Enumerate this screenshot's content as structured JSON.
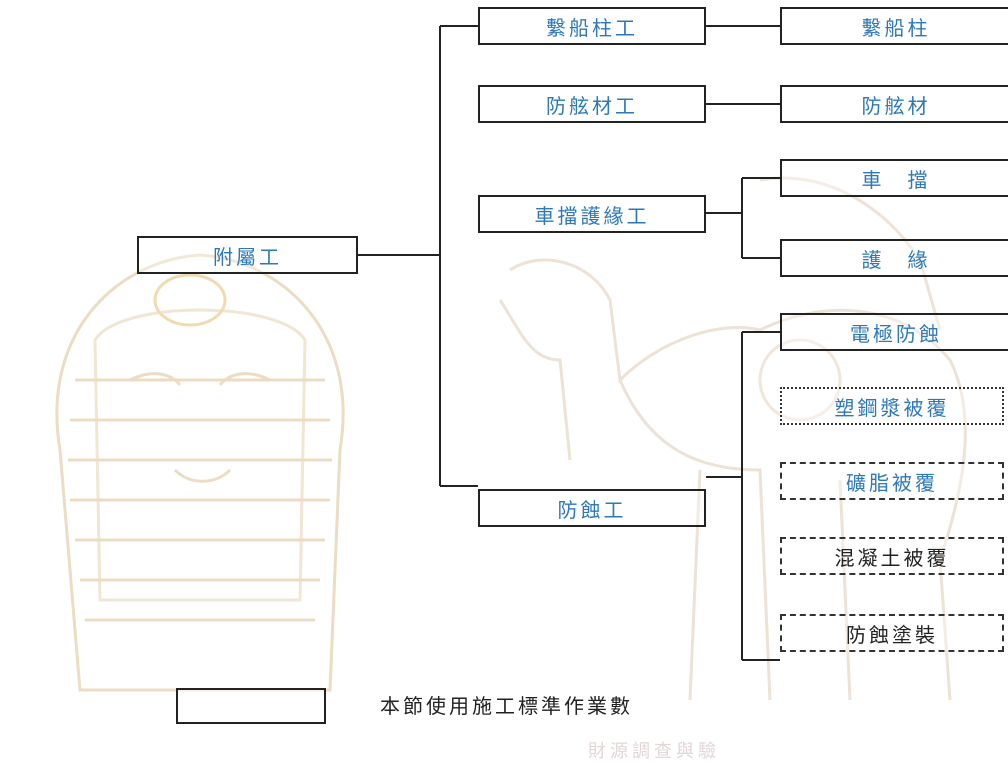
{
  "root": {
    "label": "附屬工"
  },
  "level1": [
    {
      "label": "繫船柱工"
    },
    {
      "label": "防舷材工"
    },
    {
      "label": "車擋護緣工"
    },
    {
      "label": "防蝕工"
    }
  ],
  "level2": {
    "mooring": {
      "label": "繫船柱"
    },
    "fender": {
      "label": "防舷材"
    },
    "wheel_guard": {
      "label": "車　擋"
    },
    "curb": {
      "label": "護　緣"
    },
    "electrode": {
      "label": "電極防蝕"
    },
    "plastic_steel": {
      "label": "塑鋼漿被覆"
    },
    "mineral_fat": {
      "label": "礦脂被覆"
    },
    "concrete": {
      "label": "混凝土被覆"
    },
    "coating": {
      "label": "防蝕塗裝"
    }
  },
  "legend": {
    "text": "本節使用施工標準作業數"
  },
  "watermark": {
    "text": "財源調查與驗"
  },
  "colors": {
    "blue_text": "#2e78b8",
    "black_text": "#222222",
    "line": "#222222"
  },
  "background_icons": [
    "pharaoh-mask-drawing",
    "camel-drawing"
  ]
}
